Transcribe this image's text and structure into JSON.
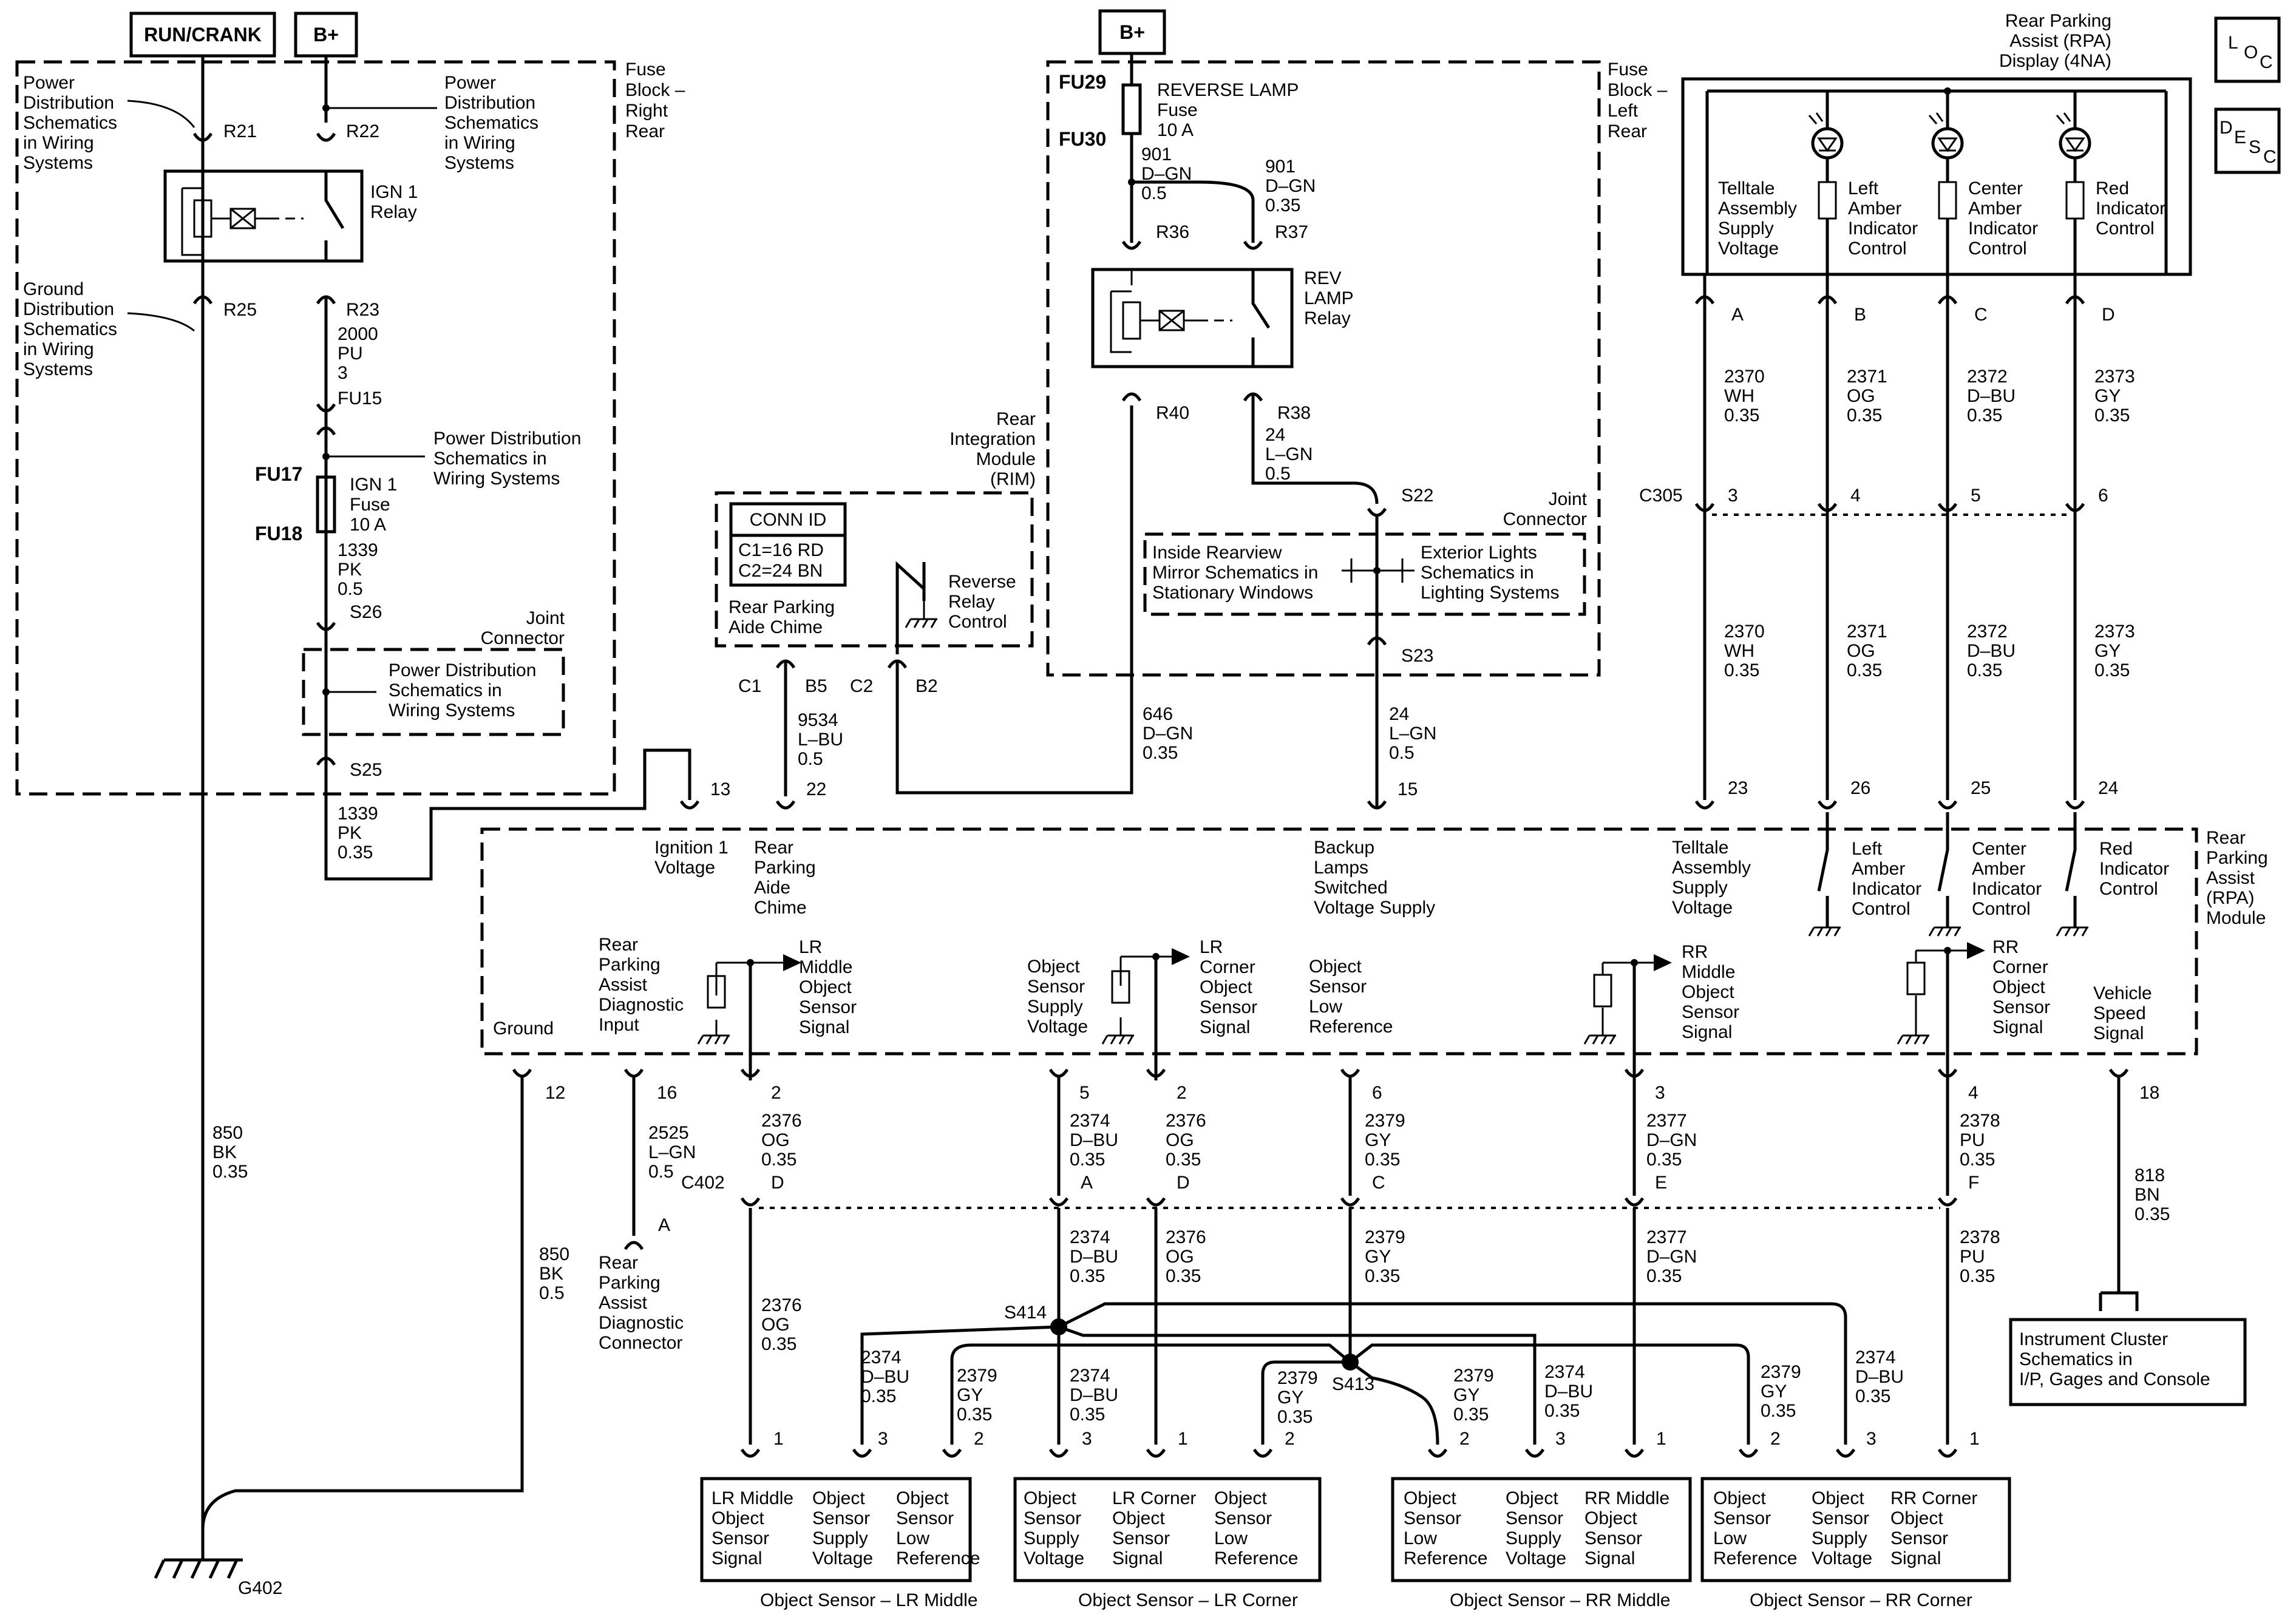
{
  "sources": {
    "run_crank": "RUN/CRANK",
    "bplus": "B+"
  },
  "fuse_block_rr": {
    "label": [
      "Fuse",
      "Block –",
      "Right",
      "Rear"
    ],
    "pd_schem": [
      "Power",
      "Distribution",
      "Schematics",
      "in Wiring",
      "Systems"
    ],
    "gnd_schem": [
      "Ground",
      "Distribution",
      "Schematics",
      "in Wiring",
      "Systems"
    ],
    "relay": [
      "IGN 1",
      "Relay"
    ],
    "pins": {
      "r21": "R21",
      "r22": "R22",
      "r25": "R25",
      "r23": "R23"
    },
    "wire_2000": [
      "2000",
      "PU",
      "3"
    ],
    "fu15": "FU15",
    "fu17": "FU17",
    "fu18": "FU18",
    "fuse": [
      "IGN 1",
      "Fuse",
      "10 A"
    ],
    "pd_schem2": [
      "Power Distribution",
      "Schematics in",
      "Wiring Systems"
    ],
    "wire_1339a": [
      "1339",
      "PK",
      "0.5"
    ],
    "s26": "S26",
    "joint": [
      "Joint",
      "Connector"
    ],
    "pd_schem3": [
      "Power Distribution",
      "Schematics in",
      "Wiring Systems"
    ],
    "s25": "S25",
    "wire_1339b": [
      "1339",
      "PK",
      "0.35"
    ]
  },
  "fuse_block_lr": {
    "label": [
      "Fuse",
      "Block –",
      "Left",
      "Rear"
    ],
    "fu29": "FU29",
    "fu30": "FU30",
    "fuse": [
      "REVERSE LAMP",
      "Fuse",
      "10 A"
    ],
    "wire_901a": [
      "901",
      "D–GN",
      "0.5"
    ],
    "wire_901b": [
      "901",
      "D–GN",
      "0.35"
    ],
    "r36": "R36",
    "r37": "R37",
    "r40": "R40",
    "r38": "R38",
    "relay": [
      "REV",
      "LAMP",
      "Relay"
    ],
    "wire_24a": [
      "24",
      "L–GN",
      "0.5"
    ],
    "s22": "S22",
    "s23": "S23",
    "joint": [
      "Joint",
      "Connector"
    ],
    "mirror": [
      "Inside Rearview",
      "Mirror Schematics in",
      "Stationary Windows"
    ],
    "ext_lights": [
      "Exterior Lights",
      "Schematics in",
      "Lighting Systems"
    ]
  },
  "rim": {
    "label": [
      "Rear",
      "Integration",
      "Module",
      "(RIM)"
    ],
    "conn_id": "CONN ID",
    "conn_lines": [
      "C1=16 RD",
      "C2=24 BN"
    ],
    "chime": [
      "Rear Parking",
      "Aide Chime"
    ],
    "reverse": [
      "Reverse",
      "Relay",
      "Control"
    ],
    "c1": "C1",
    "b5": "B5",
    "c2": "C2",
    "b2": "B2"
  },
  "wires_mid": {
    "w9534": [
      "9534",
      "L–BU",
      "0.5"
    ],
    "w646": [
      "646",
      "D–GN",
      "0.35"
    ],
    "w24b": [
      "24",
      "L–GN",
      "0.5"
    ]
  },
  "rpa_display": {
    "label": [
      "Rear Parking",
      "Assist (RPA)",
      "Display (4NA)"
    ],
    "loc": [
      "L",
      "O",
      "C"
    ],
    "desc": [
      "D",
      "E",
      "S",
      "C"
    ],
    "pins": [
      "Telltale\nAssembly\nSupply\nVoltage",
      "Left\nAmber\nIndicator\nControl",
      "Center\nAmber\nIndicator\nControl",
      "Red\nIndicator\nControl"
    ],
    "letters": [
      "A",
      "B",
      "C",
      "D"
    ],
    "wires_top": [
      [
        "2370",
        "WH",
        "0.35"
      ],
      [
        "2371",
        "OG",
        "0.35"
      ],
      [
        "2372",
        "D–BU",
        "0.35"
      ],
      [
        "2373",
        "GY",
        "0.35"
      ]
    ],
    "c305": "C305",
    "c305_pins": [
      "3",
      "4",
      "5",
      "6"
    ],
    "wires_bot": [
      [
        "2370",
        "WH",
        "0.35"
      ],
      [
        "2371",
        "OG",
        "0.35"
      ],
      [
        "2372",
        "D–BU",
        "0.35"
      ],
      [
        "2373",
        "GY",
        "0.35"
      ]
    ],
    "module_pins": [
      "23",
      "26",
      "25",
      "24"
    ]
  },
  "rpa_module": {
    "label": [
      "Rear",
      "Parking",
      "Assist",
      "(RPA)",
      "Module"
    ],
    "top_pins": [
      "13",
      "22",
      "15"
    ],
    "ign": [
      "Ignition 1",
      "Voltage"
    ],
    "chime": [
      "Rear",
      "Parking",
      "Aide",
      "Chime"
    ],
    "backup": [
      "Backup",
      "Lamps",
      "Switched",
      "Voltage Supply"
    ],
    "telltale": [
      "Telltale",
      "Assembly",
      "Supply",
      "Voltage"
    ],
    "left_amber": [
      "Left",
      "Amber",
      "Indicator",
      "Control"
    ],
    "center_amber": [
      "Center",
      "Amber",
      "Indicator",
      "Control"
    ],
    "red": [
      "Red",
      "Indicator",
      "Control"
    ],
    "ground": "Ground",
    "diag": [
      "Rear",
      "Parking",
      "Assist",
      "Diagnostic",
      "Input"
    ],
    "lr_mid": [
      "LR",
      "Middle",
      "Object",
      "Sensor",
      "Signal"
    ],
    "supply": [
      "Object",
      "Sensor",
      "Supply",
      "Voltage"
    ],
    "lr_corner": [
      "LR",
      "Corner",
      "Object",
      "Sensor",
      "Signal"
    ],
    "low_ref": [
      "Object",
      "Sensor",
      "Low",
      "Reference"
    ],
    "rr_mid": [
      "RR",
      "Middle",
      "Object",
      "Sensor",
      "Signal"
    ],
    "rr_corner": [
      "RR",
      "Corner",
      "Object",
      "Sensor",
      "Signal"
    ],
    "speed": [
      "Vehicle",
      "Speed",
      "Signal"
    ],
    "bottom_pins": [
      "12",
      "16",
      "2",
      "5",
      "2",
      "6",
      "3",
      "4",
      "18"
    ]
  },
  "lower": {
    "w850a": [
      "850",
      "BK",
      "0.35"
    ],
    "w850b": [
      "850",
      "BK",
      "0.5"
    ],
    "w2525": [
      "2525",
      "L–GN",
      "0.5"
    ],
    "diag_conn": [
      "Rear",
      "Parking",
      "Assist",
      "Diagnostic",
      "Connector"
    ],
    "diag_pin": "A",
    "c402": "C402",
    "c402_wires": [
      [
        "2376",
        "OG",
        "0.35"
      ],
      [
        "2374",
        "D–BU",
        "0.35"
      ],
      [
        "2376",
        "OG",
        "0.35"
      ],
      [
        "2379",
        "GY",
        "0.35"
      ],
      [
        "2377",
        "D–GN",
        "0.35"
      ],
      [
        "2378",
        "PU",
        "0.35"
      ]
    ],
    "c402_letters": [
      "D",
      "A",
      "D",
      "C",
      "E",
      "F"
    ],
    "below_wires": [
      [
        "2376",
        "OG",
        "0.35"
      ],
      [
        "2374",
        "D–BU",
        "0.35"
      ],
      [
        "2376",
        "OG",
        "0.35"
      ],
      [
        "2379",
        "GY",
        "0.35"
      ],
      [
        "2377",
        "D–GN",
        "0.35"
      ],
      [
        "2378",
        "PU",
        "0.35"
      ]
    ],
    "w818": [
      "818",
      "BN",
      "0.35"
    ],
    "cluster": [
      "Instrument Cluster",
      "Schematics in",
      "I/P, Gages and Console"
    ],
    "s414": "S414",
    "s413": "S413",
    "branch_wires": {
      "bu_lrm": [
        "2374",
        "D–BU",
        "0.35"
      ],
      "gy_lrm": [
        "2379",
        "GY",
        "0.35"
      ],
      "bu_lrc": [
        "2374",
        "D–BU",
        "0.35"
      ],
      "gy_lrc": [
        "2379",
        "GY",
        "0.35"
      ],
      "gy_rrm": [
        "2379",
        "GY",
        "0.35"
      ],
      "bu_rrm": [
        "2374",
        "D–BU",
        "0.35"
      ],
      "gy_rrc": [
        "2379",
        "GY",
        "0.35"
      ],
      "bu_rrc": [
        "2374",
        "D–BU",
        "0.35"
      ]
    },
    "g402": "G402"
  },
  "sensors": [
    {
      "name": "Object Sensor – LR Middle",
      "pins": [
        "1",
        "3",
        "2"
      ],
      "cells": [
        [
          "LR Middle",
          "Object",
          "Sensor",
          "Signal"
        ],
        [
          "Object",
          "Sensor",
          "Supply",
          "Voltage"
        ],
        [
          "Object",
          "Sensor",
          "Low",
          "Reference"
        ]
      ]
    },
    {
      "name": "Object Sensor – LR Corner",
      "pins": [
        "3",
        "1",
        "2"
      ],
      "cells": [
        [
          "Object",
          "Sensor",
          "Supply",
          "Voltage"
        ],
        [
          "LR Corner",
          "Object",
          "Sensor",
          "Signal"
        ],
        [
          "Object",
          "Sensor",
          "Low",
          "Reference"
        ]
      ]
    },
    {
      "name": "Object Sensor – RR Middle",
      "pins": [
        "2",
        "3",
        "1"
      ],
      "cells": [
        [
          "Object",
          "Sensor",
          "Low",
          "Reference"
        ],
        [
          "Object",
          "Sensor",
          "Supply",
          "Voltage"
        ],
        [
          "RR Middle",
          "Object",
          "Sensor",
          "Signal"
        ]
      ]
    },
    {
      "name": "Object Sensor – RR Corner",
      "pins": [
        "2",
        "3",
        "1"
      ],
      "cells": [
        [
          "Object",
          "Sensor",
          "Low",
          "Reference"
        ],
        [
          "Object",
          "Sensor",
          "Supply",
          "Voltage"
        ],
        [
          "RR Corner",
          "Object",
          "Sensor",
          "Signal"
        ]
      ]
    }
  ]
}
